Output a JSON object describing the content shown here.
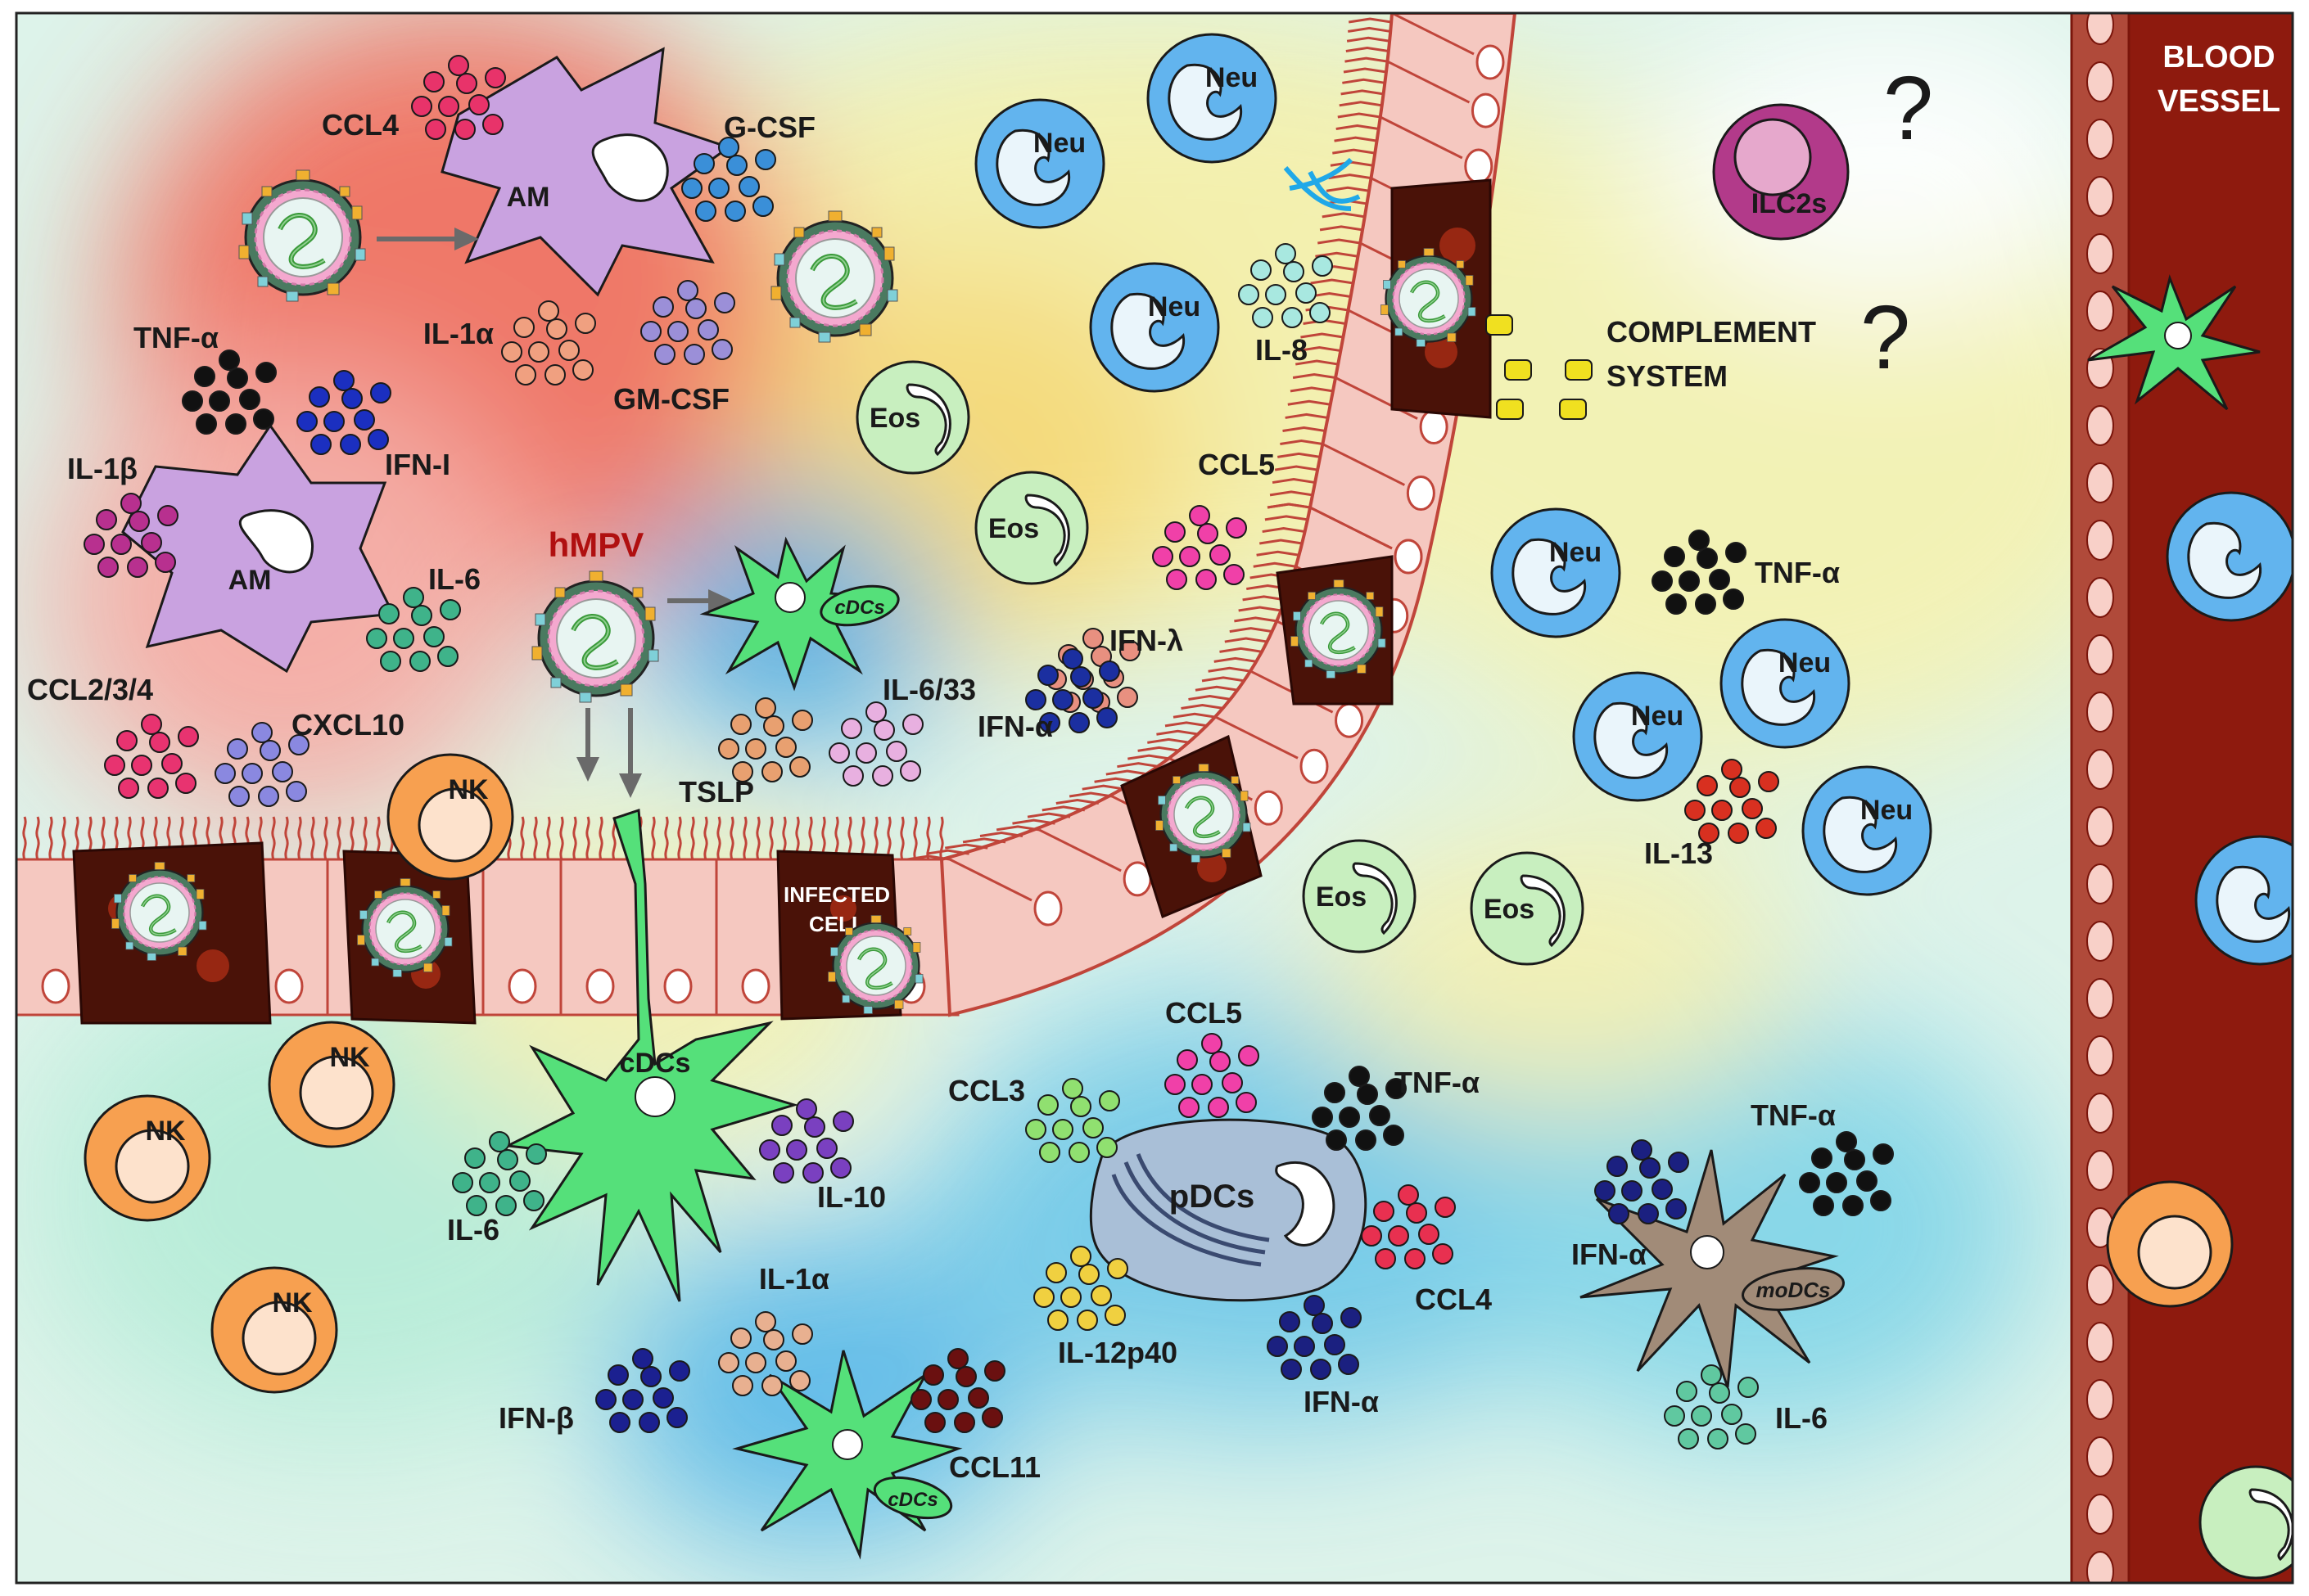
{
  "colors": {
    "am": "#c9a2e0",
    "neu": "#62b4ee",
    "eos": "#c8efbf",
    "nk": "#f7a050",
    "dc": "#55e07a",
    "pdc": "#a9bfd7",
    "modc": "#a18b78",
    "ilc": "#b23a8a",
    "vessel": "#8e1a0e",
    "epithelium": "#f5c8c0",
    "infected": "#4a1208"
  },
  "blood_vessel": {
    "line1": "BLOOD",
    "line2": "VESSEL"
  },
  "virus": {
    "label": "hMPV"
  },
  "infected_cell": {
    "line1": "INFECTED",
    "line2": "CELL"
  },
  "complement": {
    "line1": "COMPLEMENT",
    "line2": "SYSTEM",
    "question": "?"
  },
  "ilc": {
    "label": "ILC2s",
    "question": "?"
  },
  "cells": {
    "am": "AM",
    "neu": "Neu",
    "eos": "Eos",
    "nk": "NK",
    "cdc": "cDCs",
    "pdc": "pDCs",
    "modc": "moDCs"
  },
  "cytokines": [
    {
      "id": "ccl4-top",
      "label": "CCL4",
      "color": "#e8336a"
    },
    {
      "id": "gcsf",
      "label": "G-CSF",
      "color": "#3a8fd8"
    },
    {
      "id": "il1a-top",
      "label": "IL-1α",
      "color": "#f0a080"
    },
    {
      "id": "gmcsf",
      "label": "GM-CSF",
      "color": "#9b8fd8"
    },
    {
      "id": "tnfa-left",
      "label": "TNF-α",
      "color": "#111111"
    },
    {
      "id": "ifni",
      "label": "IFN-I",
      "color": "#1b2fc0"
    },
    {
      "id": "il1b",
      "label": "IL-1β",
      "color": "#b8308f"
    },
    {
      "id": "il6-am",
      "label": "IL-6",
      "color": "#3fb38a"
    },
    {
      "id": "ccl234",
      "label": "CCL2/3/4",
      "color": "#e83370"
    },
    {
      "id": "cxcl10",
      "label": "CXCL10",
      "color": "#8a88e0"
    },
    {
      "id": "il633",
      "label": "IL-6/33",
      "color": "#e8b0e0"
    },
    {
      "id": "tslp",
      "label": "TSLP",
      "color": "#e8a070"
    },
    {
      "id": "ifnl",
      "label": "IFN-λ",
      "color": "#e89080"
    },
    {
      "id": "ifna-mid",
      "label": "IFN-α",
      "color": "#1b2fa0"
    },
    {
      "id": "il8",
      "label": "IL-8",
      "color": "#a8e8e0"
    },
    {
      "id": "ccl5-top",
      "label": "CCL5",
      "color": "#f040a8"
    },
    {
      "id": "tnfa-right",
      "label": "TNF-α",
      "color": "#111111"
    },
    {
      "id": "il13",
      "label": "IL-13",
      "color": "#d83020"
    },
    {
      "id": "il6-cdc",
      "label": "IL-6",
      "color": "#3fb38a"
    },
    {
      "id": "il10",
      "label": "IL-10",
      "color": "#7a40c0"
    },
    {
      "id": "il1a-low",
      "label": "IL-1α",
      "color": "#e8b090"
    },
    {
      "id": "ifnb",
      "label": "IFN-β",
      "color": "#1b2090"
    },
    {
      "id": "ccl11",
      "label": "CCL11",
      "color": "#6a1010"
    },
    {
      "id": "ccl3",
      "label": "CCL3",
      "color": "#90e070"
    },
    {
      "id": "ccl5-low",
      "label": "CCL5",
      "color": "#f040a8"
    },
    {
      "id": "tnfa-pdc",
      "label": "TNF-α",
      "color": "#111111"
    },
    {
      "id": "ccl4-low",
      "label": "CCL4",
      "color": "#e83050"
    },
    {
      "id": "il12p40",
      "label": "IL-12p40",
      "color": "#f0d040"
    },
    {
      "id": "ifna-pdc",
      "label": "IFN-α",
      "color": "#1b2080"
    },
    {
      "id": "tnfa-modc",
      "label": "TNF-α",
      "color": "#111111"
    },
    {
      "id": "ifna-modc",
      "label": "IFN-α",
      "color": "#1b2080"
    },
    {
      "id": "il6-modc",
      "label": "IL-6",
      "color": "#60c8a0"
    }
  ]
}
